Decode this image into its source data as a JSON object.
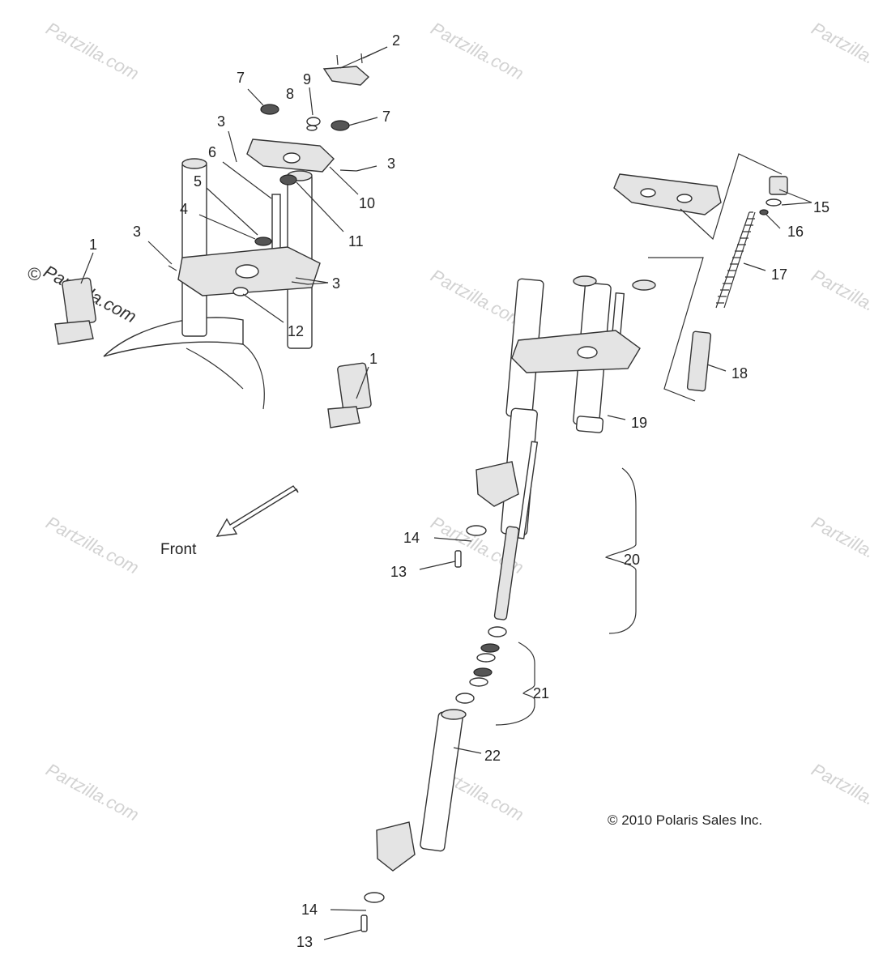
{
  "watermark": "Partzilla.com",
  "copyright": "© 2010 Polaris Sales Inc.",
  "direction_label": "Front",
  "callouts": [
    "1",
    "2",
    "3",
    "4",
    "5",
    "6",
    "7",
    "8",
    "9",
    "10",
    "11",
    "12",
    "13",
    "14",
    "15",
    "16",
    "17",
    "18",
    "19",
    "20",
    "21",
    "22"
  ]
}
